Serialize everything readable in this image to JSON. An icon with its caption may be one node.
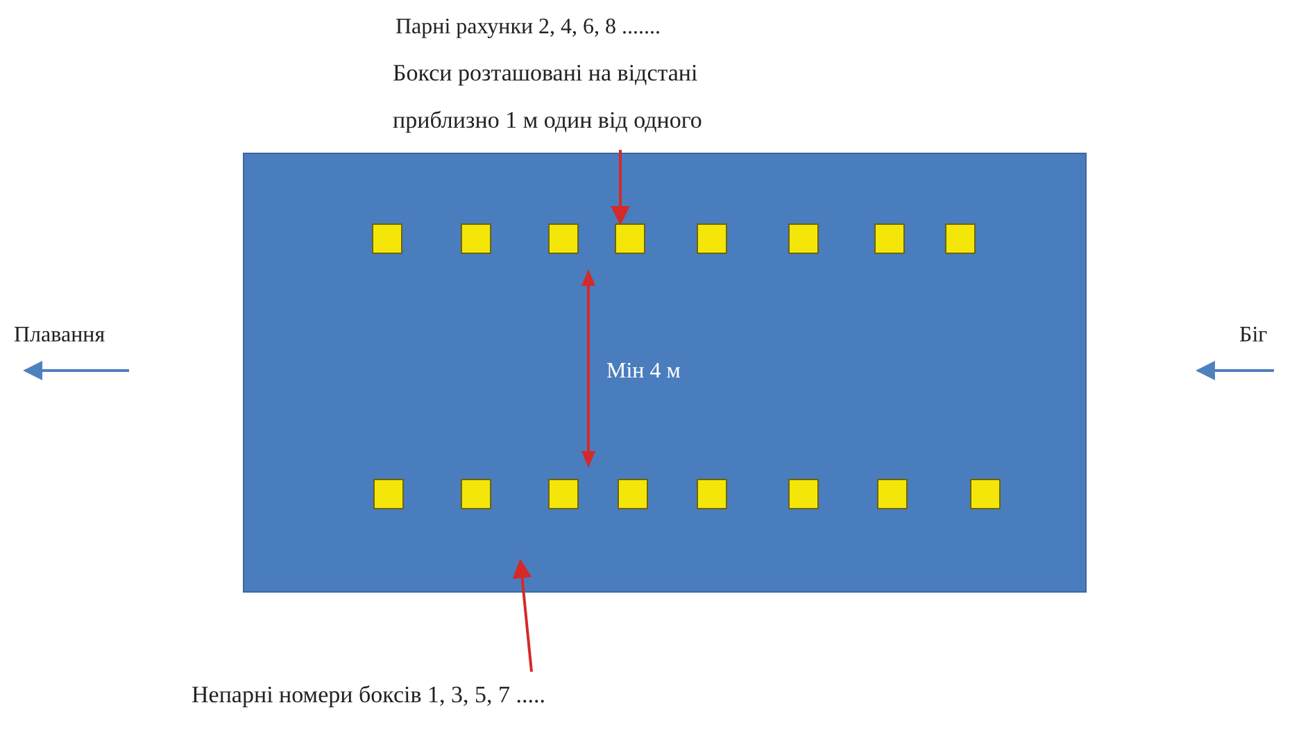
{
  "diagram": {
    "nodes": [
      {
        "text": [],
        "shape": "box"
      },
      {
        "text": [],
        "shape": "box",
        "in": 0
      },
      {
        "text": [],
        "shape": "box",
        "in": 0
      },
      {
        "text": [],
        "shape": "box",
        "in": 0
      },
      {
        "text": [],
        "shape": "box",
        "in": 0
      },
      {
        "text": [],
        "shape": "box",
        "in": 0
      },
      {
        "text": [],
        "shape": "box",
        "in": 0
      },
      {
        "text": [],
        "shape": "box",
        "in": 0
      },
      {
        "text": [],
        "shape": "box",
        "in": 0
      },
      {
        "text": [],
        "shape": "box",
        "in": 0
      },
      {
        "text": [],
        "shape": "box",
        "in": 0
      },
      {
        "text": [],
        "shape": "box",
        "in": 0
      },
      {
        "text": [],
        "shape": "box",
        "in": 0
      },
      {
        "text": [],
        "shape": "box",
        "in": 0
      },
      {
        "text": [],
        "shape": "box",
        "in": 0
      },
      {
        "text": [],
        "shape": "box",
        "in": 0
      },
      {
        "text": [],
        "shape": "box",
        "in": 0
      },
      {
        "text": [
          "Бокси розташовані на відстані приблизно 1 м один від одного"
        ]
      },
      {
        "text": [
          "Непарні номери боксів 1, 3, 5, 7 ....."
        ]
      }
    ],
    "edges": [
      {
        "from": 17,
        "to": 4,
        "arrow": "to"
      },
      {
        "from": 18,
        "to": 0,
        "arrow": "to"
      }
    ],
    "labels": [
      "Парні рахунки 2, 4, 6, 8 .......",
      "Плавання",
      "Мін 4 м",
      "Біг"
    ]
  }
}
